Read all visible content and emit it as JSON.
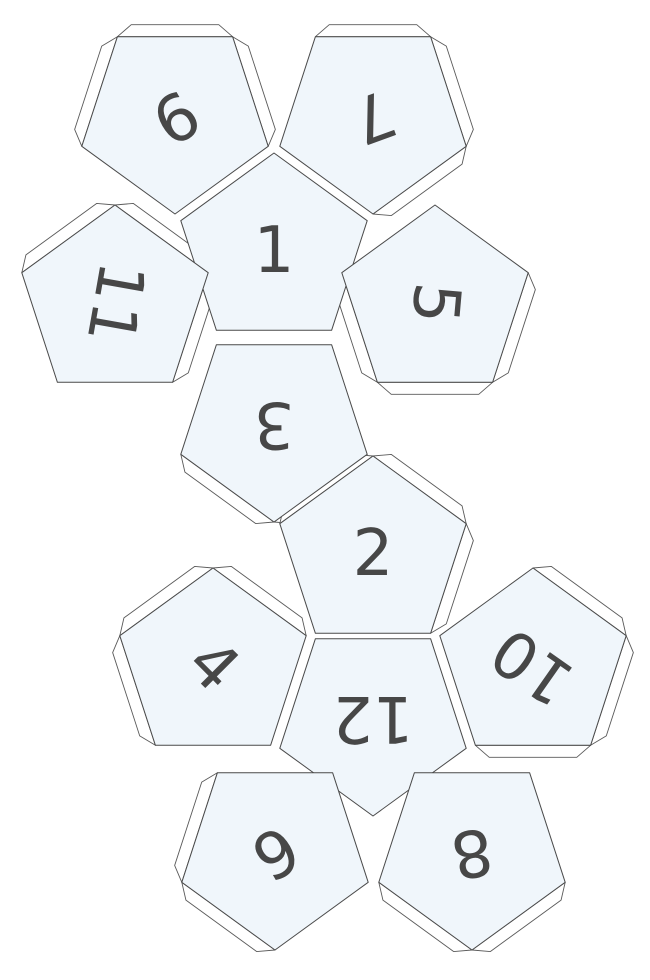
{
  "colors": {
    "face_fill": "#f0f6fb",
    "stroke": "#4a4a4a",
    "number": "#474747",
    "background": "#ffffff"
  },
  "faces": [
    {
      "id": "center-top",
      "label": "1",
      "flipped": false
    },
    {
      "id": "top-left",
      "label": "9",
      "flipped": true
    },
    {
      "id": "top-right",
      "label": "7",
      "flipped": true
    },
    {
      "id": "upper-left",
      "label": "11",
      "flipped": true
    },
    {
      "id": "upper-right",
      "label": "5",
      "flipped": true
    },
    {
      "id": "upper-bottom",
      "label": "3",
      "flipped": true
    },
    {
      "id": "center-bottom",
      "label": "12",
      "flipped": true
    },
    {
      "id": "lower-top",
      "label": "2",
      "flipped": false
    },
    {
      "id": "lower-left",
      "label": "4",
      "flipped": true
    },
    {
      "id": "lower-right",
      "label": "10",
      "flipped": true
    },
    {
      "id": "bottom-left",
      "label": "6",
      "flipped": true
    },
    {
      "id": "bottom-right",
      "label": "8",
      "flipped": true
    }
  ]
}
